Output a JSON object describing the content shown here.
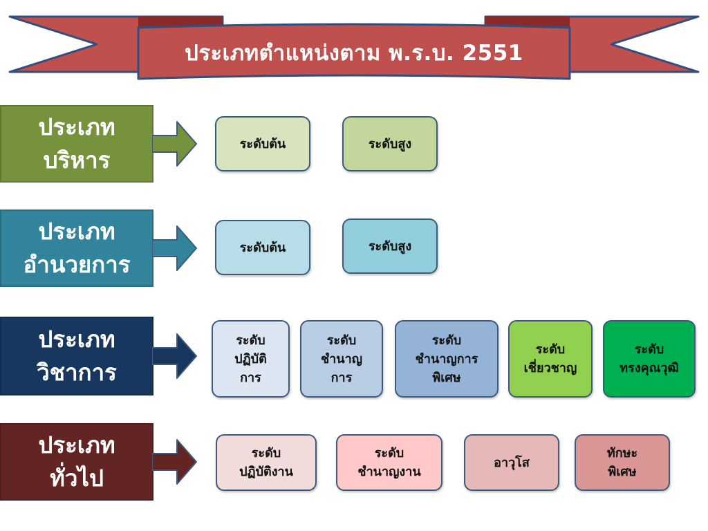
{
  "title": "ประเภทตำแหน่งตาม พ.ร.บ. 2551",
  "colors": {
    "banner": "#c0504d",
    "banner_dark": "#8a2a28",
    "banner_border": "#2f4f7f",
    "executive": "#76923c",
    "director": "#31849b",
    "academic": "#17375e",
    "general": "#632523"
  },
  "categories": [
    {
      "line1": "ประเภท",
      "line2": "บริหาร",
      "levels": [
        {
          "lines": [
            "ระดับต้น"
          ]
        },
        {
          "lines": [
            "ระดับสูง"
          ]
        }
      ]
    },
    {
      "line1": "ประเภท",
      "line2": "อำนวยการ",
      "levels": [
        {
          "lines": [
            "ระดับต้น"
          ]
        },
        {
          "lines": [
            "ระดับสูง"
          ]
        }
      ]
    },
    {
      "line1": "ประเภท",
      "line2": "วิชาการ",
      "levels": [
        {
          "lines": [
            "ระดับ",
            "ปฏิบัติ",
            "การ"
          ]
        },
        {
          "lines": [
            "ระดับ",
            "ชำนาญ",
            "การ"
          ]
        },
        {
          "lines": [
            "ระดับ",
            "ชำนาญการ",
            "พิเศษ"
          ]
        },
        {
          "lines": [
            "ระดับ",
            "เชี่ยวชาญ"
          ]
        },
        {
          "lines": [
            "ระดับ",
            "ทรงคุณวุฒิ"
          ]
        }
      ]
    },
    {
      "line1": "ประเภท",
      "line2": "ทั่วไป",
      "levels": [
        {
          "lines": [
            "ระดับ",
            "ปฏิบัติงาน"
          ]
        },
        {
          "lines": [
            "ระดับ",
            "ชำนาญงาน"
          ]
        },
        {
          "lines": [
            "อาวุโส"
          ]
        },
        {
          "lines": [
            "ทักษะ",
            "พิเศษ"
          ]
        }
      ]
    }
  ]
}
